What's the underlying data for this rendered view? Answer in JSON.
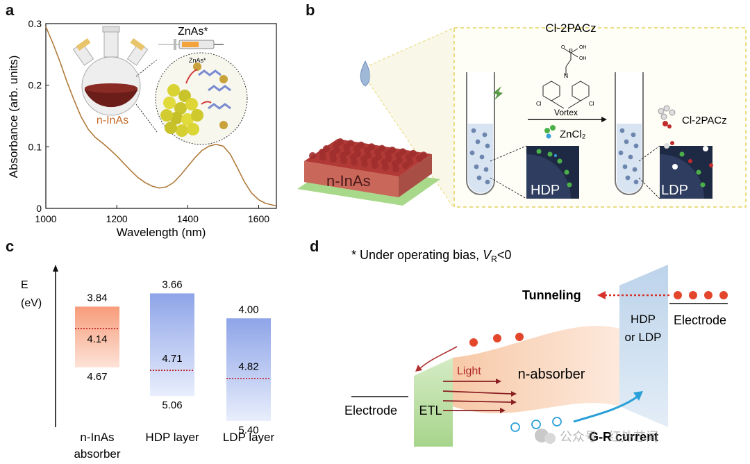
{
  "panels": {
    "a": {
      "letter": "a",
      "chart_data": {
        "type": "line",
        "xlabel": "Wavelength (nm)",
        "ylabel": "Absorbance (arb. units)",
        "xlim": [
          1000,
          1650
        ],
        "ylim": [
          0,
          0.3
        ],
        "xticks": [
          1000,
          1200,
          1400,
          1600
        ],
        "yticks": [
          0,
          0.1,
          0.2,
          0.3
        ],
        "ytick_labels": [
          "0",
          "0.1",
          "0.2",
          "0.3"
        ],
        "series": [
          {
            "color": "#b07a3a",
            "x": [
              1000,
              1020,
              1040,
              1060,
              1080,
              1100,
              1120,
              1140,
              1160,
              1180,
              1200,
              1220,
              1240,
              1260,
              1280,
              1300,
              1320,
              1340,
              1360,
              1380,
              1400,
              1420,
              1440,
              1460,
              1480,
              1500,
              1520,
              1540,
              1560,
              1580,
              1600,
              1620,
              1650
            ],
            "y": [
              0.295,
              0.268,
              0.238,
              0.205,
              0.175,
              0.148,
              0.128,
              0.115,
              0.106,
              0.096,
              0.085,
              0.073,
              0.061,
              0.05,
              0.042,
              0.036,
              0.033,
              0.035,
              0.042,
              0.054,
              0.068,
              0.082,
              0.094,
              0.101,
              0.104,
              0.101,
              0.088,
              0.066,
              0.043,
              0.025,
              0.014,
              0.008,
              0.004
            ]
          }
        ]
      },
      "inset_labels": {
        "syringe": "ZnAs*",
        "zoom": "ZnAs*",
        "flask": "n-InAs"
      }
    },
    "b": {
      "letter": "b",
      "film_label": "n-InAs",
      "ligand": "Cl-2PACz",
      "ligand_right": "Cl-2PACz",
      "reaction": "Vortex",
      "salt": "ZnCl₂",
      "left_tube": "HDP",
      "right_tube": "LDP",
      "struct_atoms": {
        "p": "P",
        "o": "O",
        "oh1": "OH",
        "oh2": "OH",
        "n": "N",
        "cl1": "Cl",
        "cl2": "Cl"
      }
    },
    "c": {
      "letter": "c",
      "axis_label_1": "E",
      "axis_label_2": "(eV)",
      "columns": [
        {
          "label_1": "n-InAs",
          "label_2": "absorber",
          "top": "3.84",
          "fermi": "4.14",
          "bottom": "4.67",
          "color": "#f4a07f"
        },
        {
          "label_1": "HDP layer",
          "label_2": "",
          "top": "3.66",
          "fermi": "4.71",
          "bottom": "5.06",
          "color": "#8ea4e8"
        },
        {
          "label_1": "LDP layer",
          "label_2": "",
          "top": "4.00",
          "fermi": "4.82",
          "bottom": "5.40",
          "color": "#8ea4e8"
        }
      ]
    },
    "d": {
      "letter": "d",
      "note_prefix": "* Under operating bias, ",
      "note_v": "V",
      "note_sub": "R",
      "note_suffix": "<0",
      "tunneling": "Tunneling",
      "electrode_right": "Electrode",
      "hdp_1": "HDP",
      "hdp_2": "or LDP",
      "light": "Light",
      "absorber": "n-absorber",
      "electrode_left": "Electrode",
      "etl": "ETL",
      "gr_current": "G-R current",
      "watermark": "公众号 · 红外芯闻"
    }
  }
}
